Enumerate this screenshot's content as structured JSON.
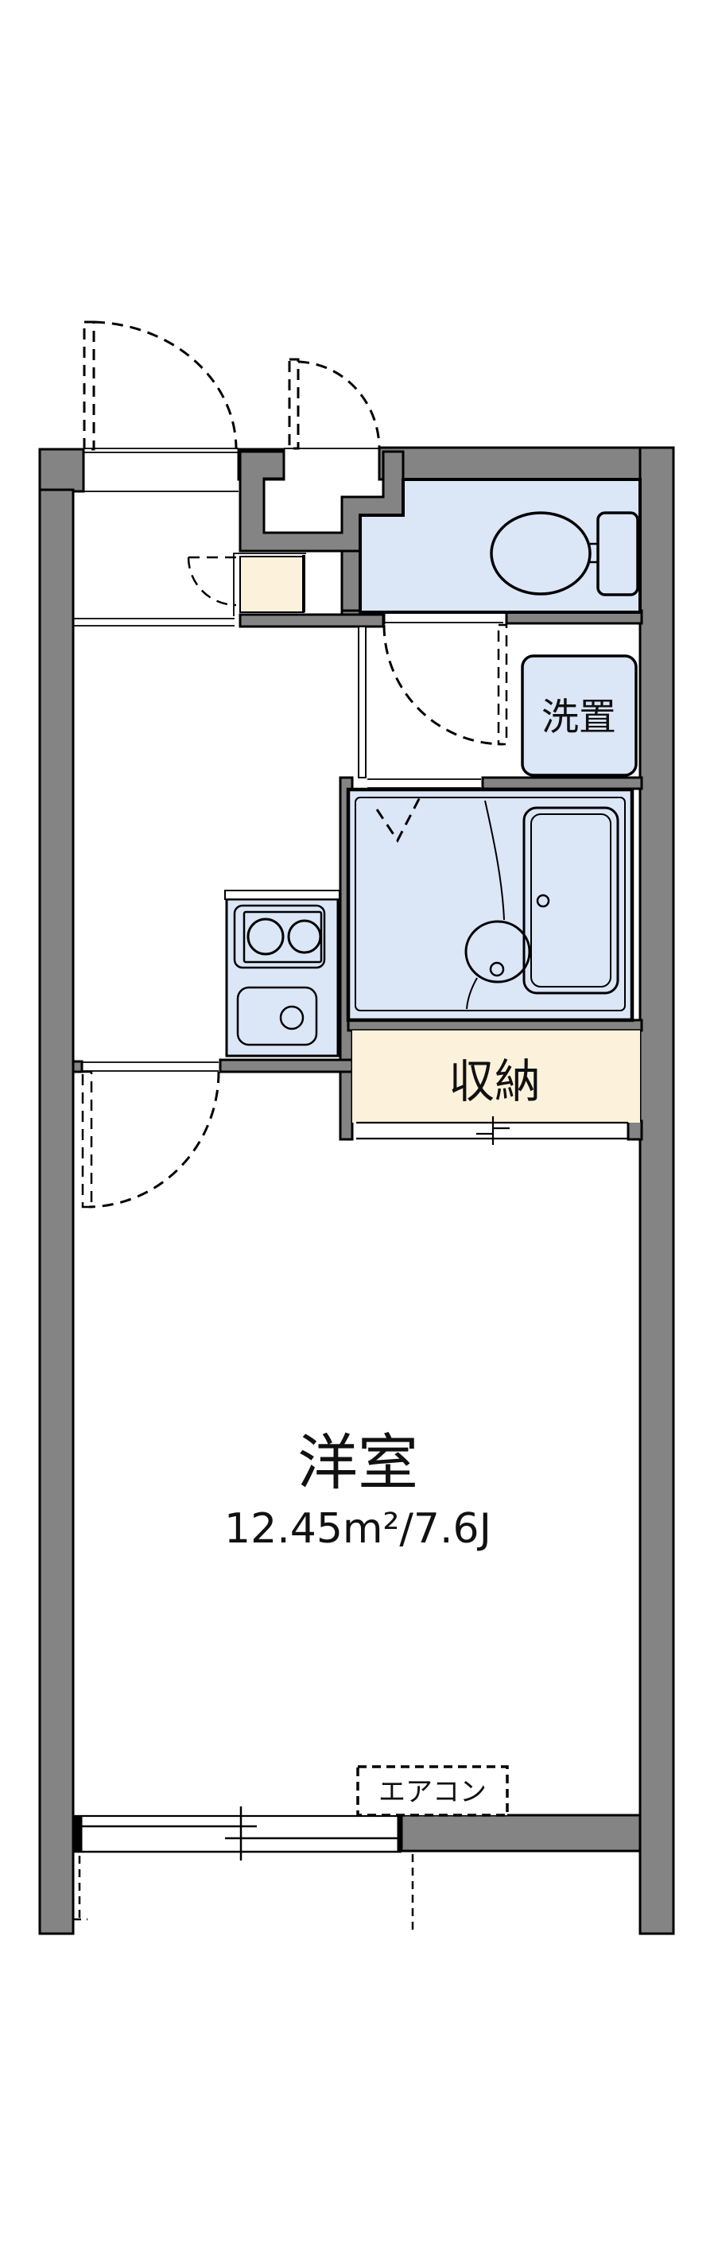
{
  "plan": {
    "labels": {
      "room": "洋室",
      "room_area": "12.45m²/7.6J",
      "storage": "収納",
      "washer": "洗置",
      "aircon": "エアコン"
    },
    "colors": {
      "wall_gray": "#848484",
      "fixture_blue": "#dbe6f7",
      "storage_cream": "#fcf2dc",
      "line_black": "#000000",
      "background": "#ffffff"
    },
    "fixtures": [
      "toilet",
      "bathtub",
      "shower-drain",
      "kitchen-sink",
      "two-burner-stove",
      "sliding-window",
      "entrance-door",
      "balcony-divider"
    ]
  }
}
